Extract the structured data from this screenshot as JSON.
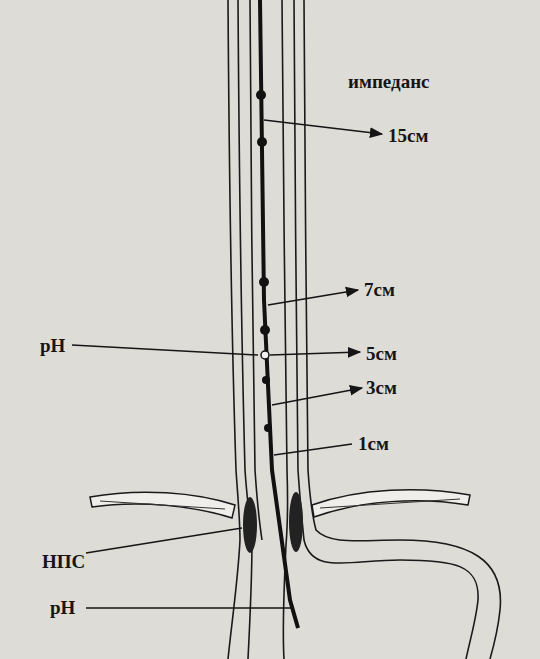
{
  "diagram": {
    "labels": [
      "импеданс",
      "15см",
      "7см",
      "pH",
      "5см",
      "3см",
      "1см",
      "НПС",
      "pH"
    ]
  }
}
